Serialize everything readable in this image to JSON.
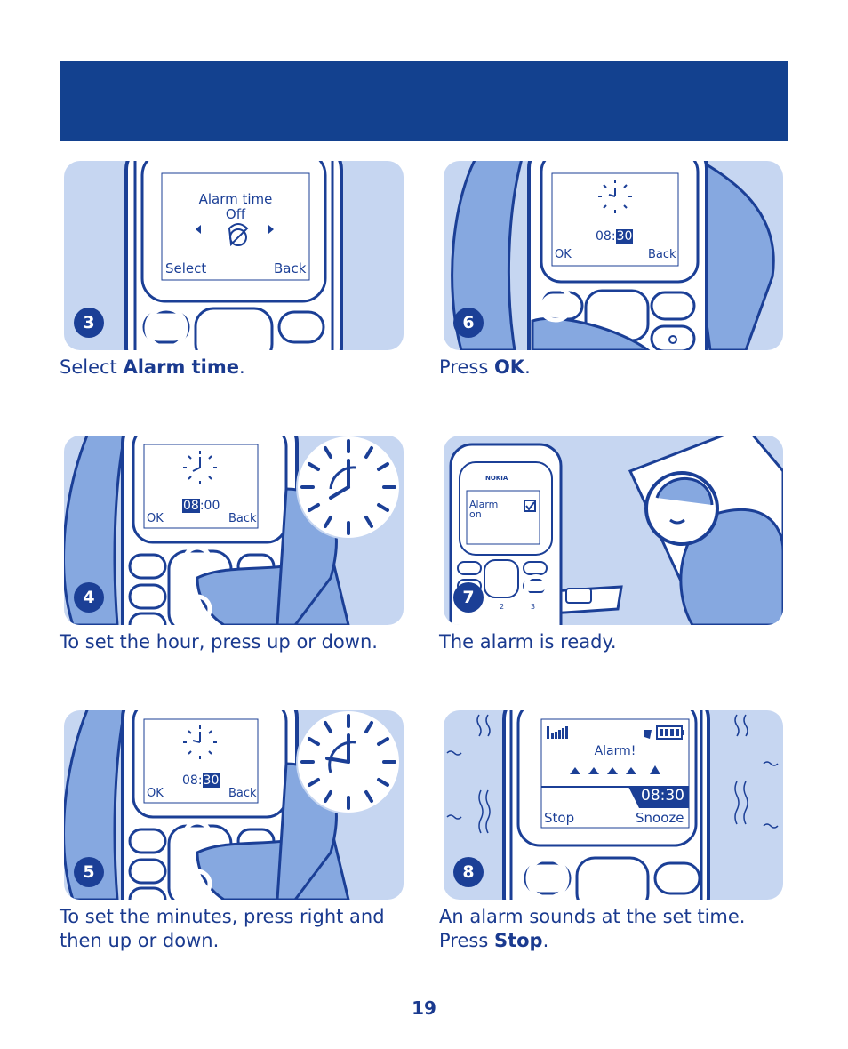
{
  "steps": [
    {
      "number": "3",
      "screen": {
        "title": "Alarm time",
        "value": "Off",
        "left": "Select",
        "right": "Back"
      },
      "caption_pre": "Select ",
      "caption_bold": "Alarm time",
      "caption_post": "."
    },
    {
      "number": "6",
      "screen": {
        "hh": "08:",
        "mm": "30",
        "left": "OK",
        "right": "Back"
      },
      "caption_pre": "Press ",
      "caption_bold": "OK",
      "caption_post": "."
    },
    {
      "number": "4",
      "screen": {
        "hh": "08",
        "mm": ":00",
        "left": "OK",
        "right": "Back"
      },
      "caption": "To set the hour, press up or down."
    },
    {
      "number": "7",
      "screen": {
        "brand": "NOKIA",
        "line1": "Alarm",
        "line2": "on",
        "key2": "2",
        "key3": "3"
      },
      "caption": "The alarm is ready."
    },
    {
      "number": "5",
      "screen": {
        "hh": "08:",
        "mm": "30",
        "left": "OK",
        "right": "Back"
      },
      "caption_line1": "To set the minutes, press right and",
      "caption_line2": "then up or down."
    },
    {
      "number": "8",
      "screen": {
        "title": "Alarm!",
        "time": "08:30",
        "left": "Stop",
        "right": "Snooze"
      },
      "caption_line1": "An alarm sounds at the set time.",
      "caption_pre2": "Press ",
      "caption_bold2": "Stop",
      "caption_post2": "."
    }
  ],
  "page_number": "19",
  "colors": {
    "banner": "#13418f",
    "panel_bg": "#c6d6f1",
    "ink": "#1b3f96",
    "hand": "#86a8e0"
  }
}
